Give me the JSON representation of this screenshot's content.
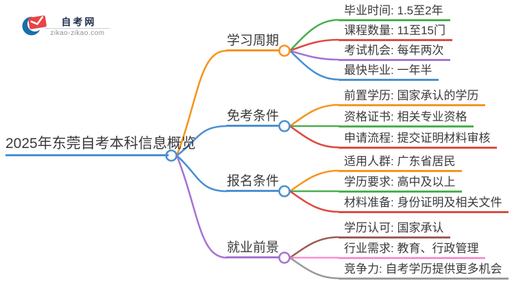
{
  "logo": {
    "site_name": "自考网",
    "site_url": "zikao-zikao.com",
    "brand_navy": "#1c2b4a",
    "brand_red": "#e84444",
    "brand_blue": "#1a6fad"
  },
  "mindmap": {
    "root": {
      "label": "2025年东莞自考本科信息概览",
      "color": "#4a90d2"
    },
    "branches": [
      {
        "label": "学习周期",
        "color": "#f7941d",
        "leaves": [
          {
            "label": "毕业时间: 1.5至2年",
            "color": "#4cae4c"
          },
          {
            "label": "课程数量: 11至15门",
            "color": "#dd4b43"
          },
          {
            "label": "考试机会: 每年两次",
            "color": "#a575d2"
          },
          {
            "label": "最快毕业: 一年半",
            "color": "#4a90d2"
          }
        ]
      },
      {
        "label": "免考条件",
        "color": "#4a90d2",
        "leaves": [
          {
            "label": "前置学历: 国家承认的学历",
            "color": "#f7941d"
          },
          {
            "label": "资格证书: 相关专业资格",
            "color": "#4cae4c"
          },
          {
            "label": "申请流程: 提交证明材料审核",
            "color": "#dd4b43"
          }
        ]
      },
      {
        "label": "报名条件",
        "color": "#4a90d2",
        "leaves": [
          {
            "label": "适用人群: 广东省居民",
            "color": "#f7941d"
          },
          {
            "label": "学历要求: 高中及以上",
            "color": "#4cae4c"
          },
          {
            "label": "材料准备: 身份证明及相关文件",
            "color": "#dd4b43"
          }
        ]
      },
      {
        "label": "就业前景",
        "color": "#a575d2",
        "leaves": [
          {
            "label": "学历认可: 国家承认",
            "color": "#9d5c51"
          },
          {
            "label": "行业需求: 教育、行政管理",
            "color": "#fc8ed0"
          },
          {
            "label": "竞争力: 自考学历提供更多机会",
            "color": "#9b9b9b"
          }
        ]
      }
    ]
  }
}
